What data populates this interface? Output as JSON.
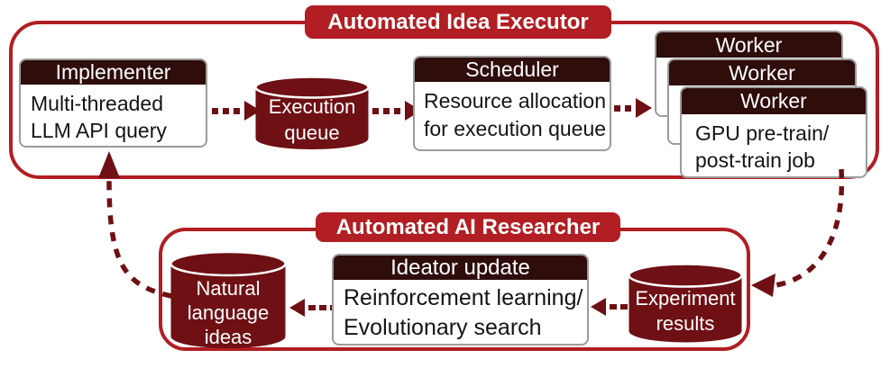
{
  "colors": {
    "accent_red": "#b11e23",
    "dark_maroon": "#6e1014",
    "header_dark": "#2e0d0b",
    "box_border": "#9b9b9b",
    "text_black": "#141414",
    "background": "#ffffff"
  },
  "executor": {
    "title": "Automated Idea Executor",
    "implementer": {
      "title": "Implementer",
      "lines": [
        "Multi-threaded",
        "LLM API query"
      ]
    },
    "execution_queue": {
      "lines": [
        "Execution",
        "queue"
      ]
    },
    "scheduler": {
      "title": "Scheduler",
      "lines": [
        "Resource allocation",
        "for execution queue"
      ]
    },
    "workers": {
      "titles": [
        "Worker",
        "Worker",
        "Worker"
      ],
      "job_lines": [
        "GPU pre-train/",
        "post-train job"
      ]
    }
  },
  "researcher": {
    "title": "Automated AI Researcher",
    "natural_language_ideas": {
      "lines": [
        "Natural",
        "language",
        "ideas"
      ]
    },
    "ideator_update": {
      "title": "Ideator update",
      "lines": [
        "Reinforcement learning/",
        "Evolutionary search"
      ]
    },
    "experiment_results": {
      "lines": [
        "Experiment",
        "results"
      ]
    }
  }
}
